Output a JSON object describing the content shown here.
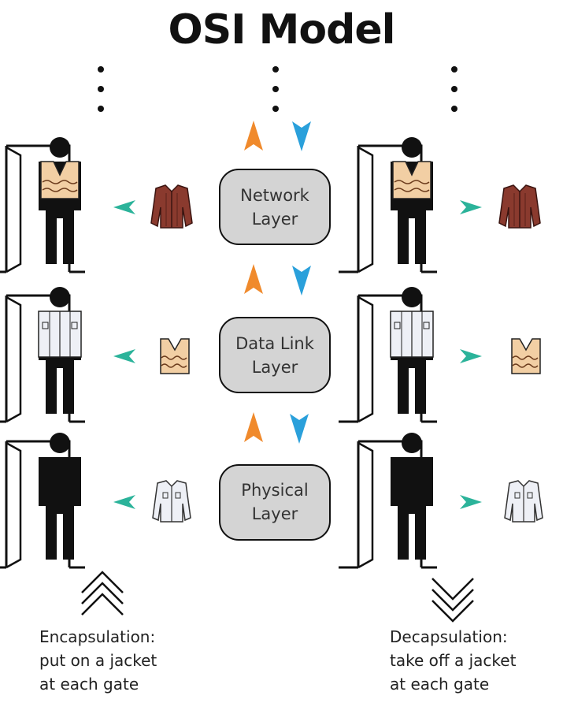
{
  "title": "OSI Model",
  "layers": [
    {
      "line1": "Network",
      "line2": "Layer"
    },
    {
      "line1": "Data Link",
      "line2": "Layer"
    },
    {
      "line1": "Physical",
      "line2": "Layer"
    }
  ],
  "captions": {
    "left": {
      "line1": "Encapsulation:",
      "line2": "put on a jacket",
      "line3": "at each gate"
    },
    "right": {
      "line1": "Decapsulation:",
      "line2": "take off a jacket",
      "line3": "at each gate"
    }
  },
  "colors": {
    "up_arrow": "#f08a2c",
    "down_arrow": "#2aa0db",
    "side_arrow": "#2bb39a",
    "layer_box_fill": "#d4d4d4",
    "brown_jacket": "#8a3a2e",
    "vest": "#f2cfa4",
    "shirt": "#eef0f6"
  }
}
